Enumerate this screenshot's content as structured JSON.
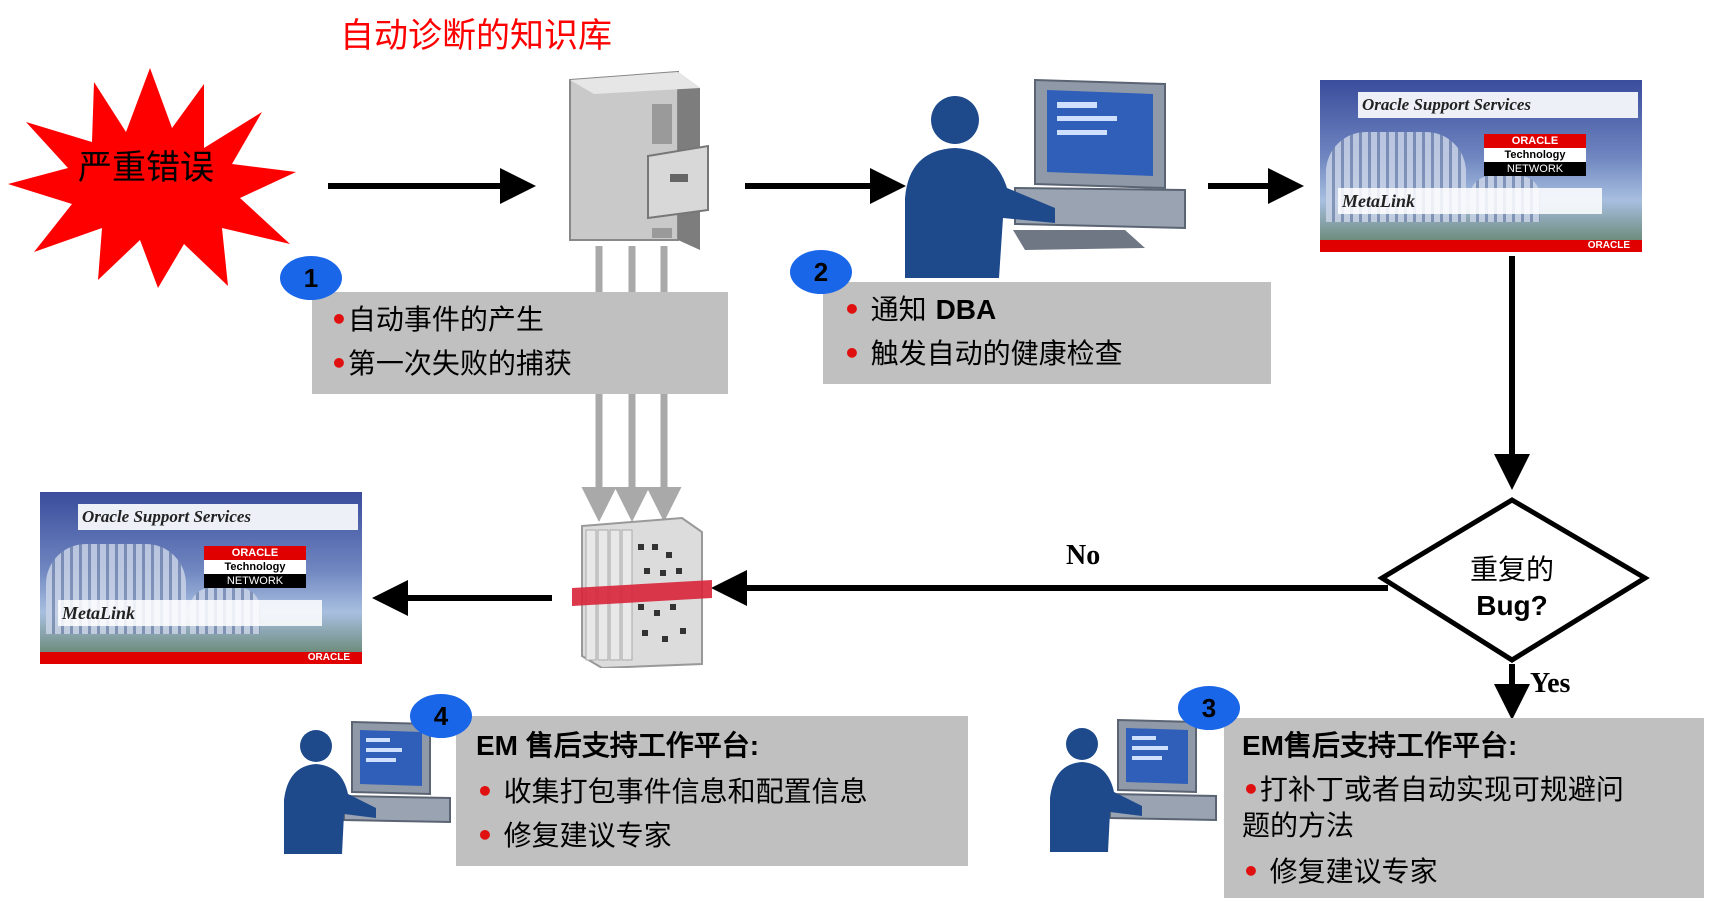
{
  "knowledge_base_title": "自动诊断的知识库",
  "critical_error_label": "严重错误",
  "steps": [
    {
      "number": "1",
      "lines": [
        "自动事件的产生",
        "第一次失败的捕获"
      ]
    },
    {
      "number": "2",
      "line1_prefix": "通知 ",
      "line1_bold": "DBA",
      "line2": "触发自动的健康检查"
    },
    {
      "number": "3",
      "heading_bold": "EM",
      "heading_rest": "售后支持工作平台:",
      "line1a": "打补丁或者自动实现可规避问",
      "line1b": "题的方法",
      "line2": "修复建议专家"
    },
    {
      "number": "4",
      "heading_bold": "EM",
      "heading_rest": " 售后支持工作平台:",
      "line1": "收集打包事件信息和配置信息",
      "line2": "修复建议专家"
    }
  ],
  "decision": {
    "line1": "重复的",
    "line2": "Bug?"
  },
  "branch_labels": {
    "no": "No",
    "yes": "Yes"
  },
  "oracle_screens": {
    "header": "Oracle Support Services",
    "brand": "ORACLE",
    "technology": "Technology",
    "network": "NETWORK",
    "metalink": "MetaLink",
    "footer": "ORACLE"
  },
  "colors": {
    "title": "#ff0000",
    "burst": "#ff0000",
    "badge": "#1a66e8",
    "box": "#c0c0c0",
    "bullet": "#e01010"
  },
  "icons": [
    "explosion-burst-icon",
    "file-cabinet-server-icon",
    "user-at-computer-icon",
    "incident-package-icon"
  ]
}
